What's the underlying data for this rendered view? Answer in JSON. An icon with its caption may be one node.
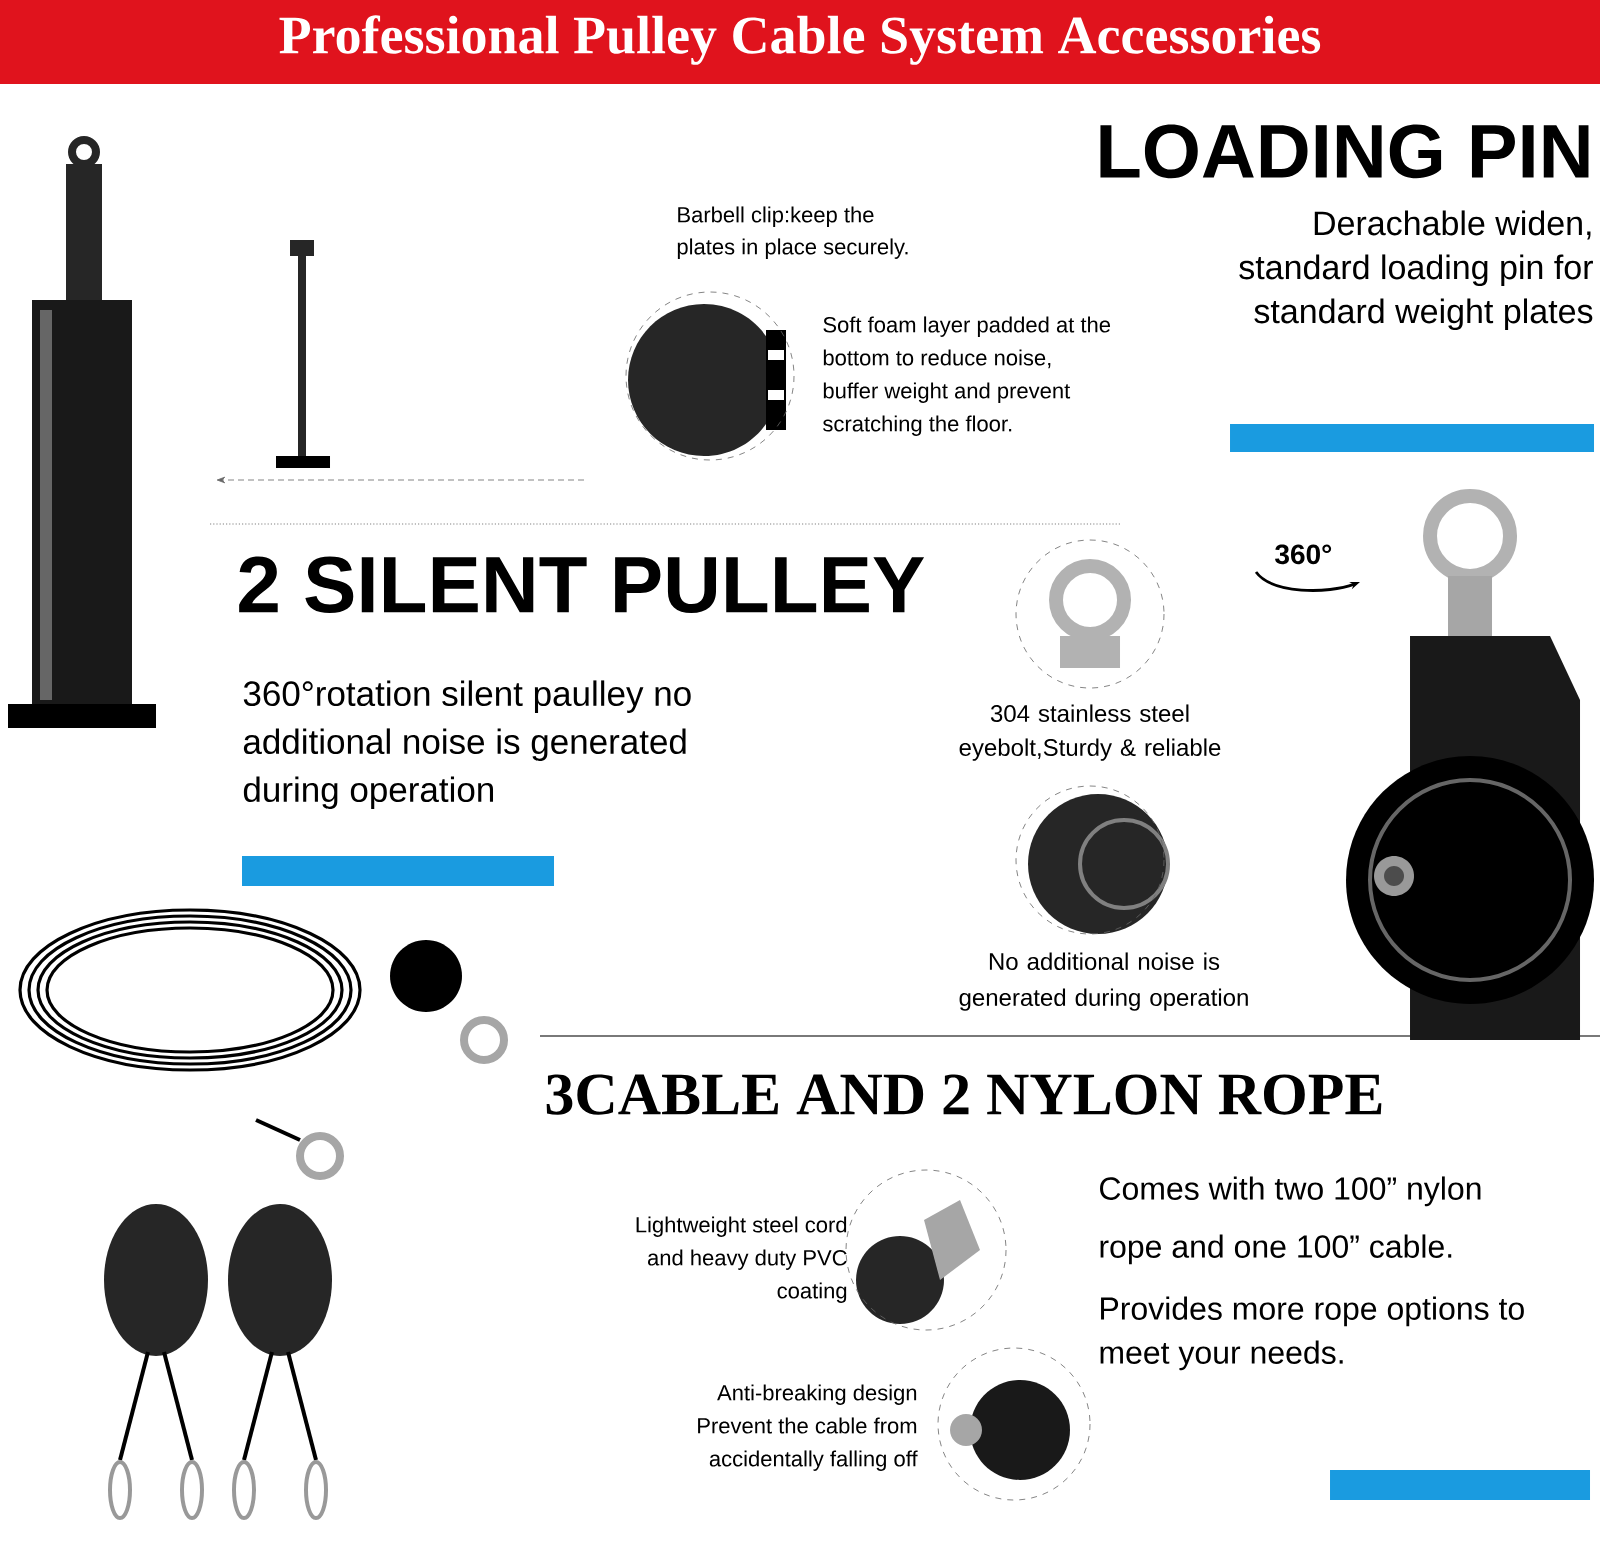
{
  "diagram": {
    "title": "Professional Pulley Cable System Accessories",
    "labels": [
      "LOADING PIN",
      "Barbell clip:keep the plates in place securely.",
      "Derachable widen, standard loading pin for standard weight plates",
      "Soft foam layer padded at the bottom to reduce noise, buffer weight and prevent scratching the floor.",
      "2 SILENT PULLEY",
      "360°",
      "304 stainless steel eyebolt,Sturdy & reliable",
      "360°rotation silent paulley no additional noise is generated during operation",
      "No additional noise is generated during operation",
      "3CABLE AND 2 NYLON ROPE",
      "Comes with two 100” nylon rope and one 100” cable.",
      "Lightweight steel cord and heavy duty PVC coating",
      "Provides more rope options to meet your needs.",
      "Anti-breaking design Prevent the cable from accidentally falling off"
    ]
  }
}
